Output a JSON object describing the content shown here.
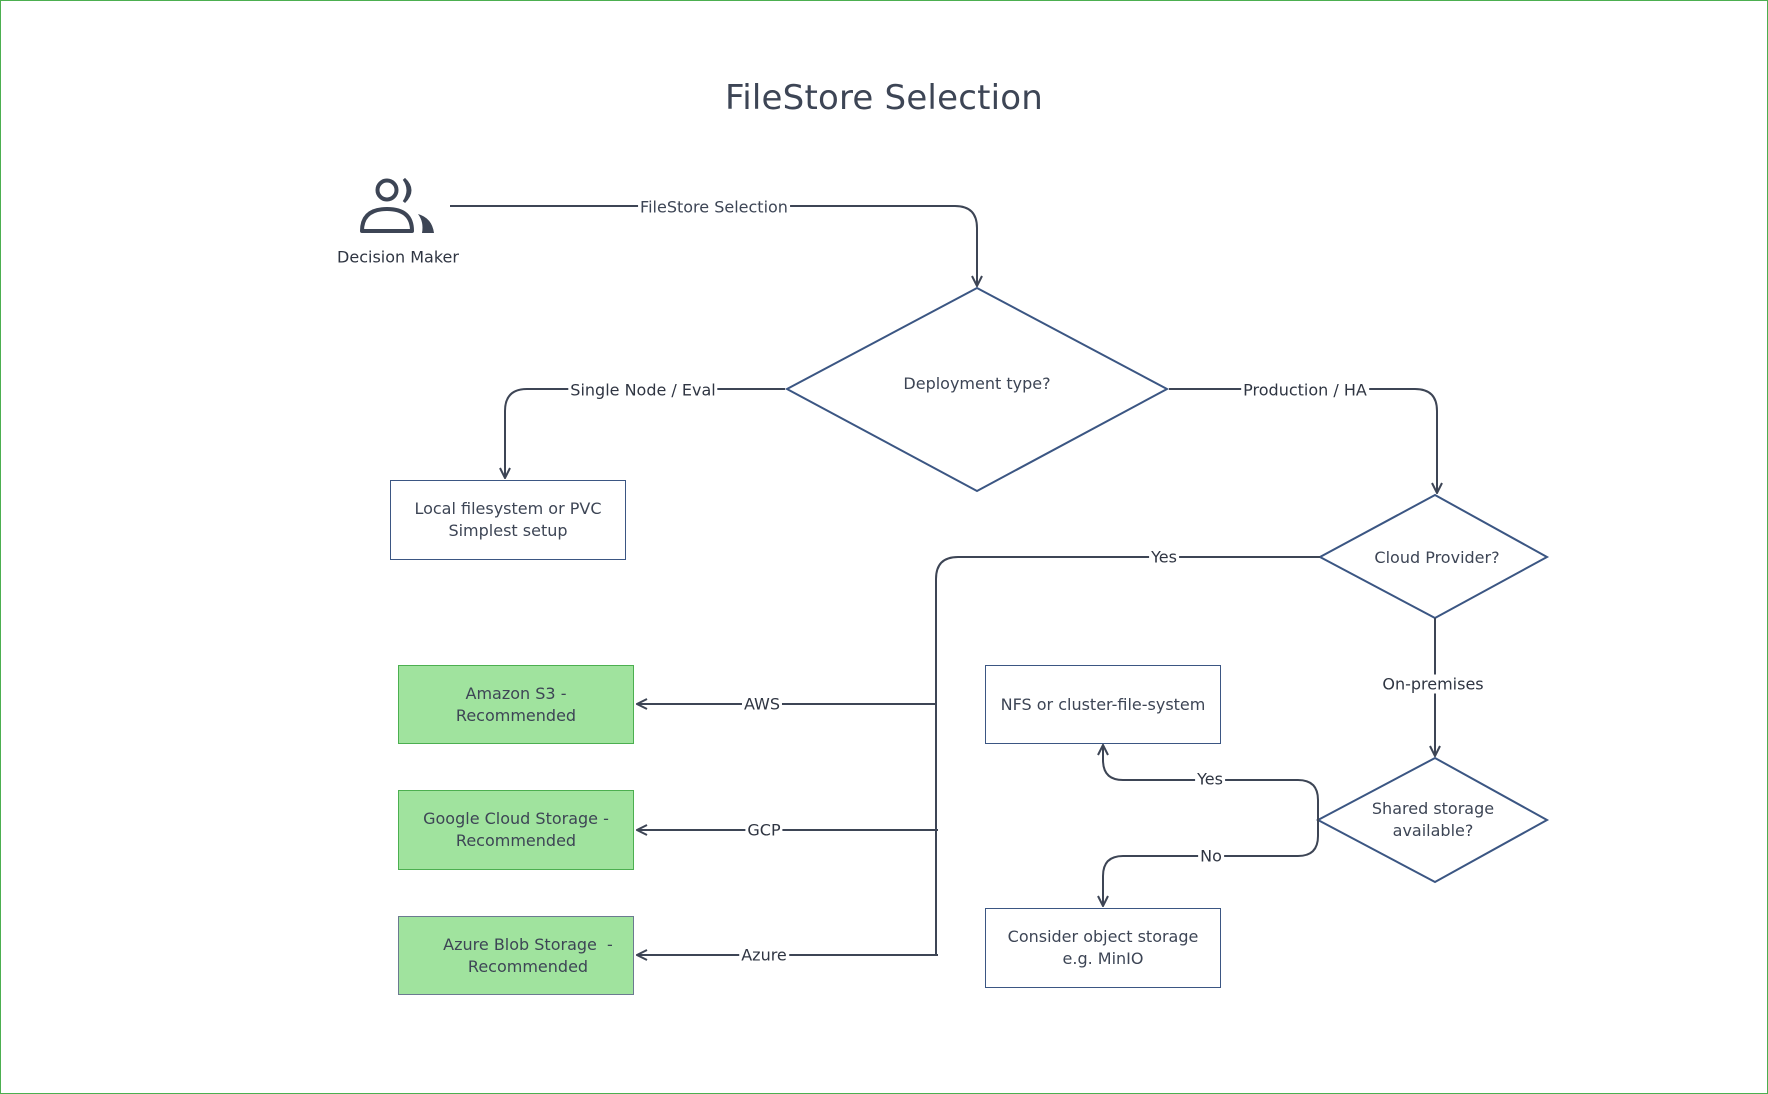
{
  "title": "FileStore Selection",
  "actor": {
    "label": "Decision Maker",
    "icon": "users-icon"
  },
  "colors": {
    "text": "#3d4555",
    "edge": "#3d4555",
    "shape_border": "#3b5683",
    "recommended_fill": "#a0e39e",
    "recommended_border": "#4caf50",
    "frame_border": "#4caf50"
  },
  "decisions": {
    "deployment": "Deployment type?",
    "cloud": "Cloud Provider?",
    "shared": "Shared storage available?"
  },
  "shared_lines": [
    "Shared storage",
    "available?"
  ],
  "nodes": {
    "local": [
      "Local filesystem or PVC",
      "Simplest setup"
    ],
    "nfs": [
      "NFS or cluster-file-system"
    ],
    "object": [
      "Consider object storage",
      "e.g. MinIO"
    ],
    "s3": [
      "Amazon S3 -",
      "Recommended"
    ],
    "gcs": [
      "Google Cloud Storage -",
      "Recommended"
    ],
    "azure": [
      "Azure Blob Storage  -",
      "Recommended"
    ]
  },
  "edges": {
    "start": "FileStore Selection",
    "single_node": "Single Node / Eval",
    "production": "Production / HA",
    "cloud_yes": "Yes",
    "on_prem": "On-premises",
    "aws": "AWS",
    "gcp": "GCP",
    "azure": "Azure",
    "shared_yes": "Yes",
    "shared_no": "No"
  }
}
